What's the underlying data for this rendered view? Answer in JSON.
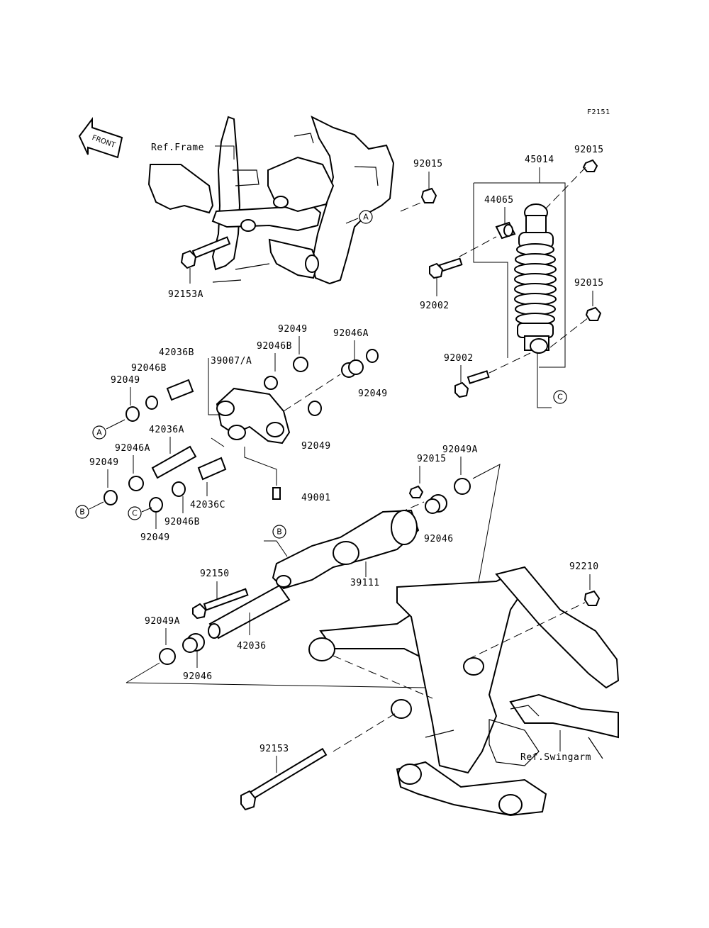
{
  "figure_code": "F2151",
  "front_arrow_label": "FRONT",
  "ref_frame_label": "Ref.Frame",
  "ref_swingarm_label": "Ref.Swingarm",
  "part_numbers": {
    "p92015_a": "92015",
    "p45014": "45014",
    "p92015_b": "92015",
    "p44065": "44065",
    "p92153A": "92153A",
    "p92002_a": "92002",
    "p92015_c": "92015",
    "p92049_a": "92049",
    "p92046A_a": "92046A",
    "p42036B": "42036B",
    "p92046B_a": "92046B",
    "p39007A": "39007/A",
    "p92046B_b": "92046B",
    "p92002_b": "92002",
    "p92049_b": "92049",
    "p92049_c": "92049",
    "p42036A": "42036A",
    "p92049_d": "92049",
    "p92046A_b": "92046A",
    "p92049_e": "92049",
    "p49001": "49001",
    "p42036C": "42036C",
    "p92046B_c": "92046B",
    "p92049_f": "92049",
    "p92015_d": "92015",
    "p92049A_a": "92049A",
    "p92046_a": "92046",
    "p39111": "39111",
    "p92150": "92150",
    "p92210": "92210",
    "p92049A_b": "92049A",
    "p42036": "42036",
    "p92046_b": "92046",
    "p92153": "92153"
  },
  "ref_tags": {
    "tag_a": "A",
    "tag_b": "B",
    "tag_c": "C"
  }
}
